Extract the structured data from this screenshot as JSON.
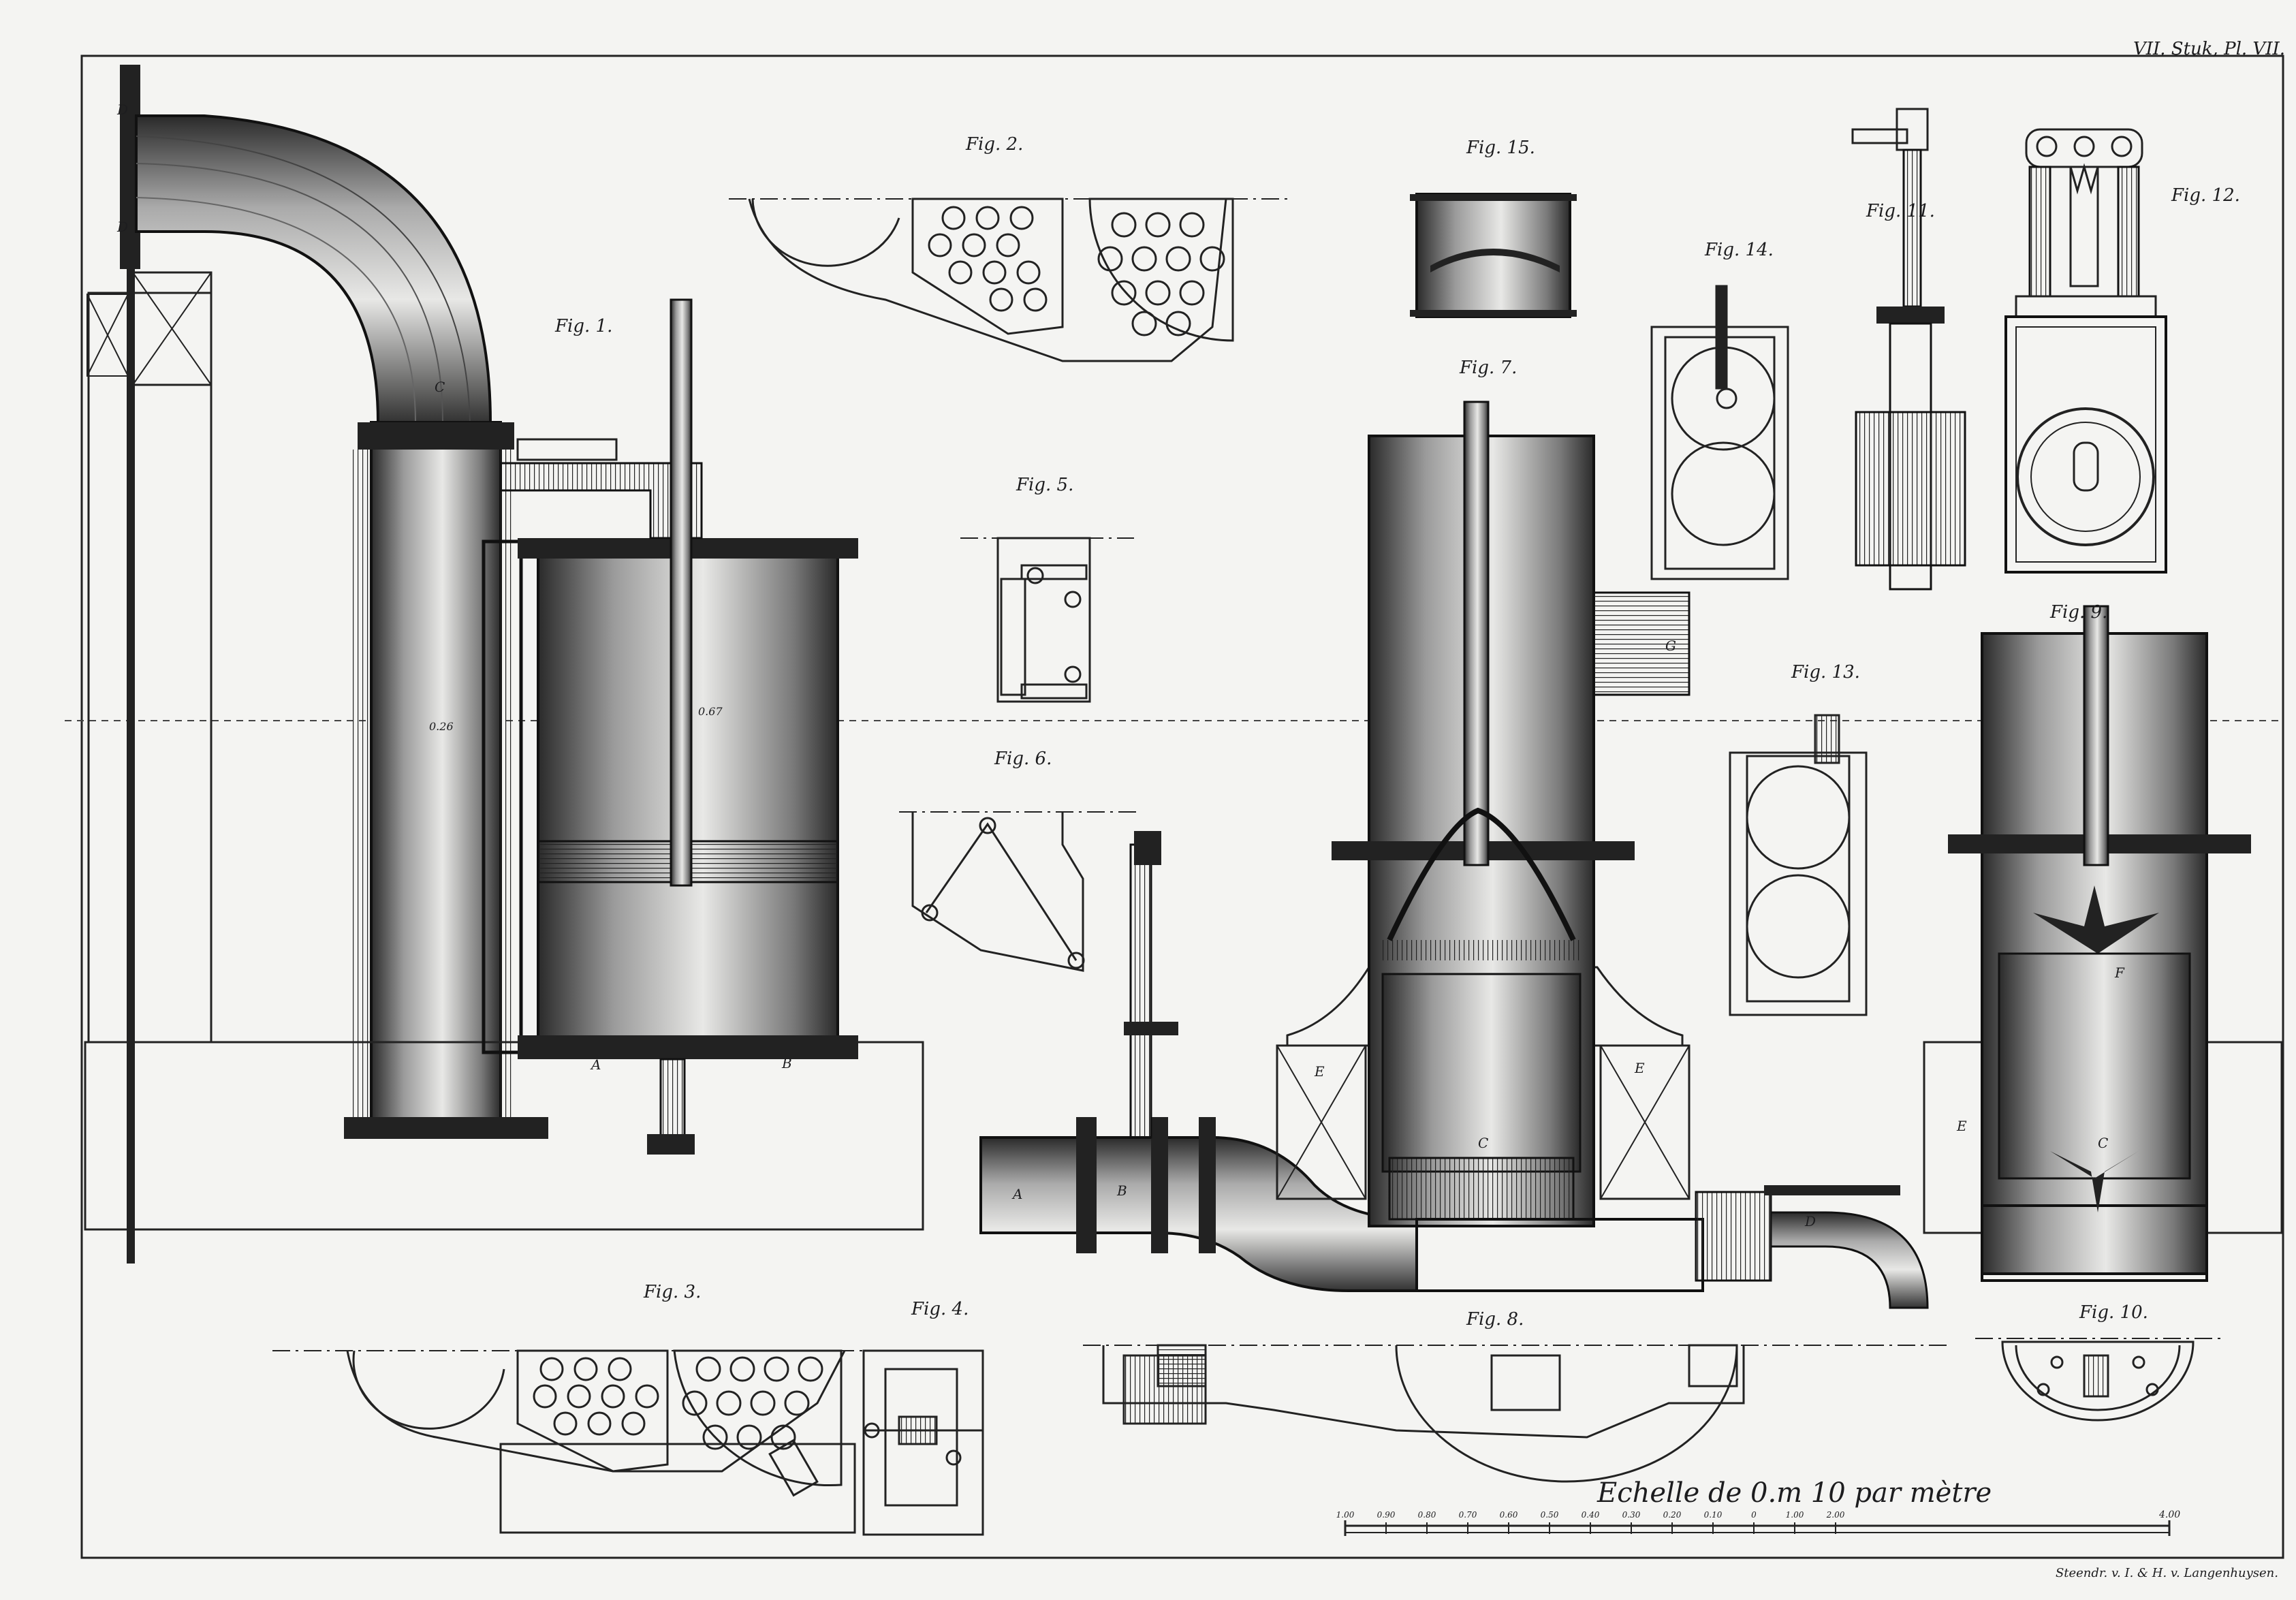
{
  "header": {
    "plate": "VII. Stuk, Pl. VII."
  },
  "figures": {
    "fig1": "Fig. 1.",
    "fig2": "Fig. 2.",
    "fig3": "Fig. 3.",
    "fig4": "Fig. 4.",
    "fig5": "Fig. 5.",
    "fig6": "Fig. 6.",
    "fig7": "Fig. 7.",
    "fig8": "Fig. 8.",
    "fig9": "Fig. 9.",
    "fig10": "Fig. 10.",
    "fig11": "Fig. 11.",
    "fig12": "Fig. 12.",
    "fig13": "Fig. 13.",
    "fig14": "Fig. 14.",
    "fig15": "Fig. 15."
  },
  "letters": {
    "A": "A",
    "B": "B",
    "C": "C",
    "D": "D",
    "E": "E",
    "F": "F",
    "G": "G"
  },
  "dimensions": {
    "d1": "0.67",
    "d2": "0.26"
  },
  "scale": {
    "caption": "Echelle de 0.m 10 par mètre",
    "ticks": [
      "1.00",
      "0.90",
      "0.80",
      "0.70",
      "0.60",
      "0.50",
      "0.40",
      "0.30",
      "0.20",
      "0.10",
      "0",
      "1.00",
      "2.00"
    ],
    "end_label": "4.00"
  },
  "footer": {
    "printer": "Steendr. v. I. & H. v. Langenhuysen."
  }
}
